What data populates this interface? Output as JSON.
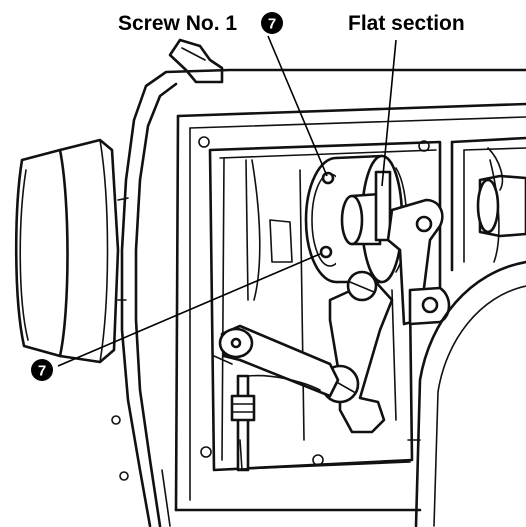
{
  "labels": {
    "screw_callout": "Screw No. 1",
    "flat_section_callout": "Flat section",
    "part_number": "7"
  }
}
